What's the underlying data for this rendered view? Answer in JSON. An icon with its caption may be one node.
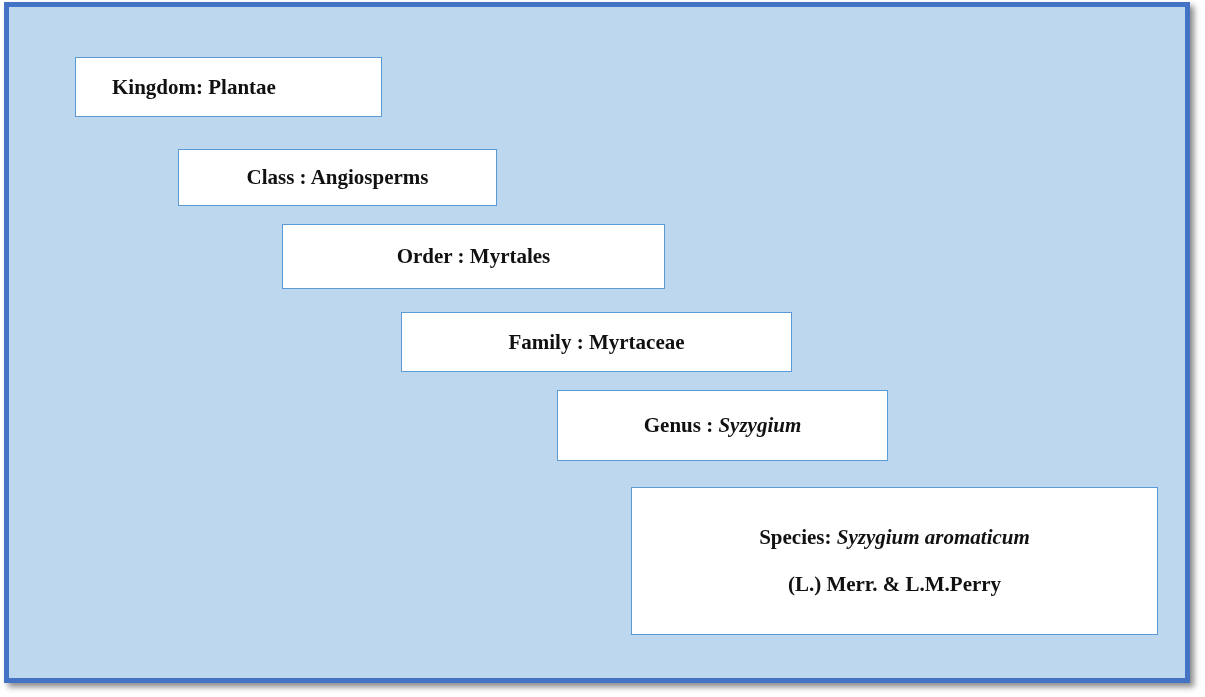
{
  "diagram": {
    "nodes": [
      {
        "text": [
          "Kingdom: Plantae"
        ]
      },
      {
        "text": [
          "Class : Angiosperms"
        ]
      },
      {
        "text": [
          "Order : Myrtales"
        ]
      },
      {
        "text": [
          "Family : Myrtaceae"
        ]
      },
      {
        "text": [
          "Genus : *Syzygium*"
        ]
      },
      {
        "text": [
          "Species: *Syzygium aromaticum*",
          "(L.) Merr. & L.M.Perry"
        ]
      }
    ]
  }
}
